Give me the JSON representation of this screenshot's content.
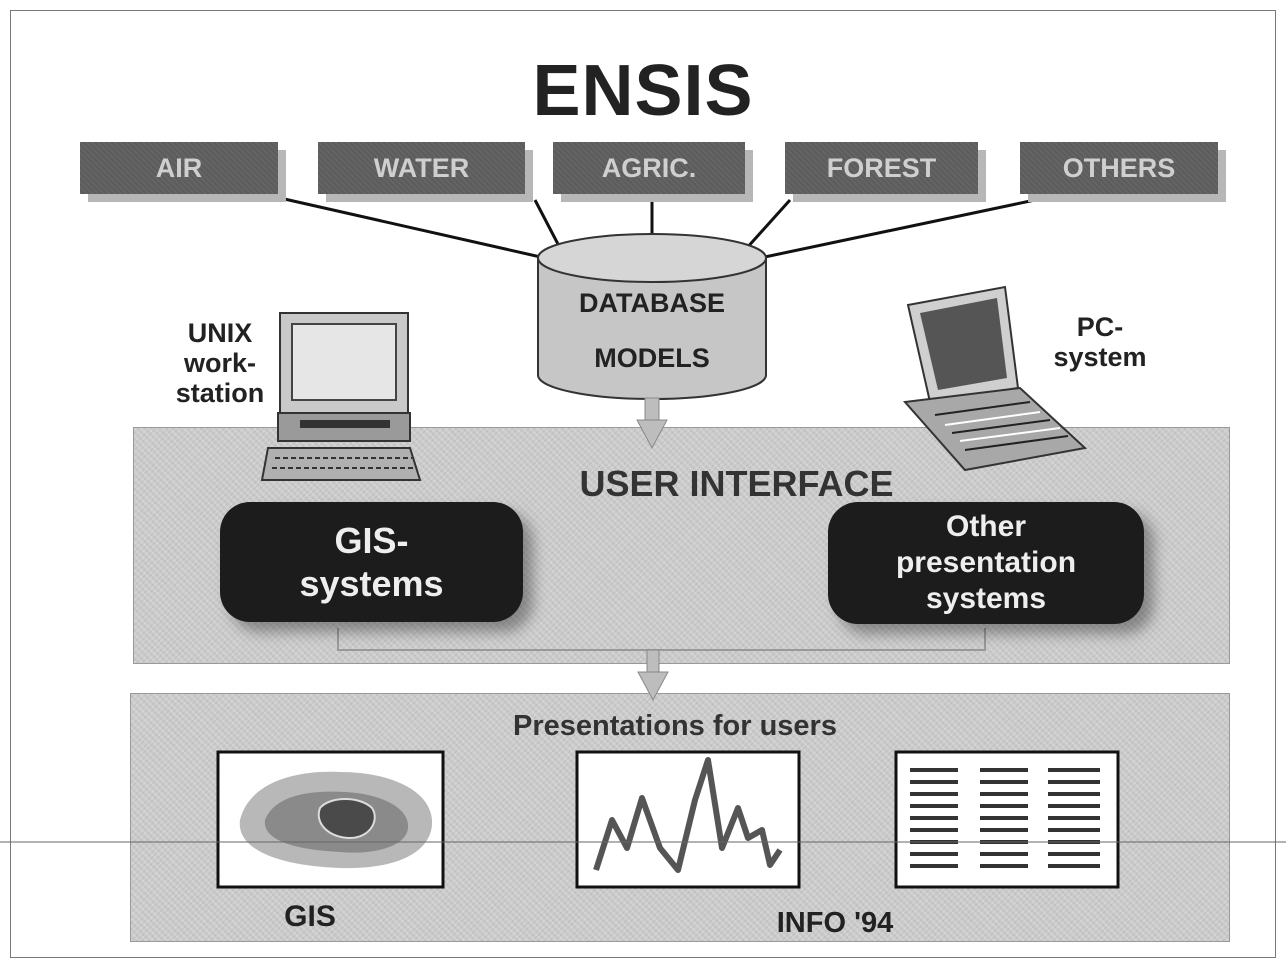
{
  "title": "ENSIS",
  "sources": [
    {
      "label": "AIR"
    },
    {
      "label": "WATER"
    },
    {
      "label": "AGRIC."
    },
    {
      "label": "FOREST"
    },
    {
      "label": "OTHERS"
    }
  ],
  "database": {
    "line1": "DATABASE",
    "line2": "MODELS"
  },
  "unix_label": "UNIX work- station",
  "pc_label": "PC- system",
  "user_interface": {
    "title": "USER INTERFACE",
    "gis_box": "GIS- systems",
    "other_box": "Other presentation systems"
  },
  "presentations": {
    "title": "Presentations for users",
    "gis_label": "GIS",
    "footer_label": "INFO '94"
  },
  "colors": {
    "source_box": "#5c5c5c",
    "panel": "#cacaca",
    "dark_box": "#1c1c1c"
  }
}
